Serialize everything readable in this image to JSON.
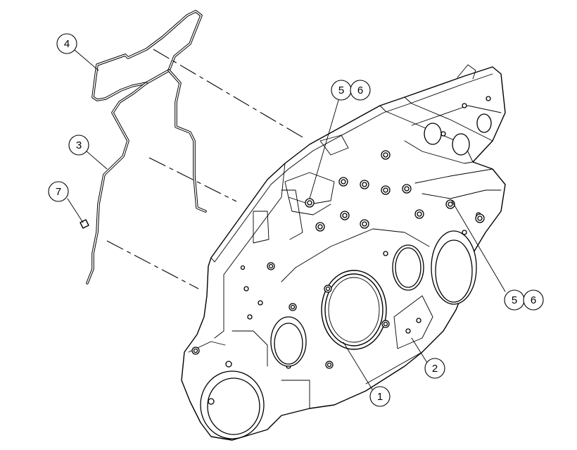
{
  "diagram": {
    "callouts": [
      {
        "id": "1",
        "label": "1"
      },
      {
        "id": "2",
        "label": "2"
      },
      {
        "id": "3",
        "label": "3"
      },
      {
        "id": "4",
        "label": "4"
      },
      {
        "id": "5a",
        "label": "5"
      },
      {
        "id": "6a",
        "label": "6"
      },
      {
        "id": "5b",
        "label": "5"
      },
      {
        "id": "6b",
        "label": "6"
      },
      {
        "id": "7",
        "label": "7"
      }
    ]
  }
}
